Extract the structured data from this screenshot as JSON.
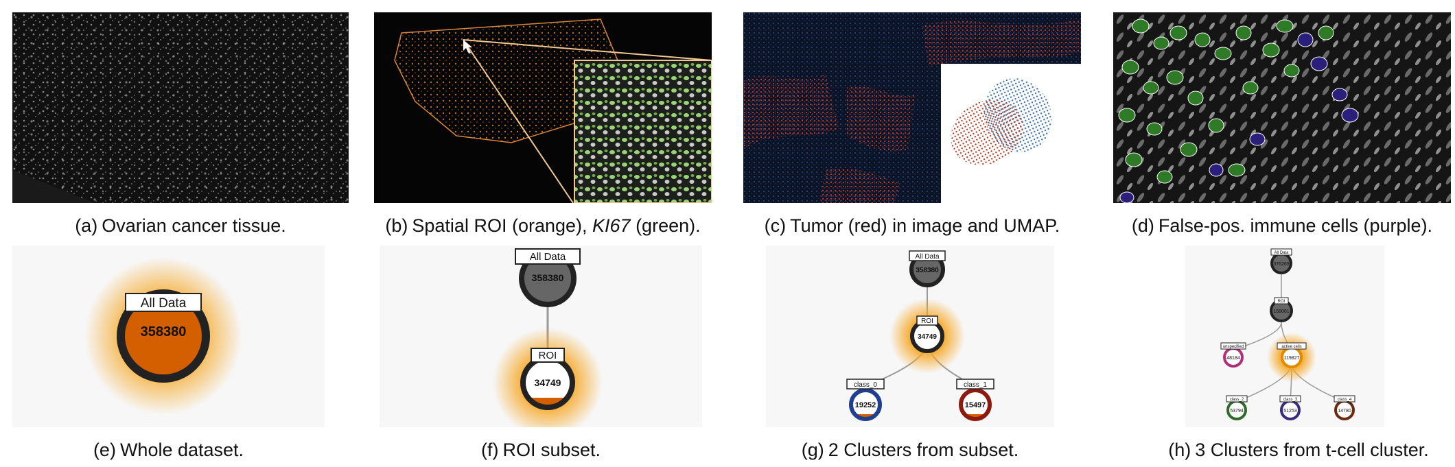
{
  "panels": [
    {
      "label": "(a)",
      "caption": "Ovarian cancer tissue."
    },
    {
      "label": "(b)",
      "caption_pre": "Spatial ROI (orange), ",
      "caption_em": "KI67",
      "caption_post": " (green)."
    },
    {
      "label": "(c)",
      "caption": "Tumor (red) in image and UMAP."
    },
    {
      "label": "(d)",
      "caption": "False-pos. immune cells (purple)."
    },
    {
      "label": "(e)",
      "caption": "Whole dataset."
    },
    {
      "label": "(f)",
      "caption": "ROI subset."
    },
    {
      "label": "(g)",
      "caption": "2 Clusters from subset."
    },
    {
      "label": "(h)",
      "caption": "3 Clusters from t-cell cluster."
    }
  ],
  "trees": {
    "e": {
      "root_label": "All Data",
      "root_count": "358380"
    },
    "f": {
      "root_label": "All Data",
      "root_count": "358380",
      "child_label": "ROI",
      "child_count": "34749"
    },
    "g": {
      "root_label": "All Data",
      "root_count": "358380",
      "roi_label": "ROI",
      "roi_count": "34749",
      "c0_label": "class_0",
      "c0_count": "19252",
      "c1_label": "class_1",
      "c1_count": "15497"
    },
    "h": {
      "root_label": "All Data",
      "root_count": "376265",
      "roi_label": "ROI",
      "roi_count": "168061",
      "u_label": "unspecified",
      "u_count": "48184",
      "a_label": "active cells",
      "a_count": "119827",
      "c2_label": "class_2",
      "c2_count": "53794",
      "c3_label": "class_3",
      "c3_count": "51253",
      "c4_label": "class_4",
      "c4_count": "14780"
    }
  },
  "colors": {
    "highlight": "#d35f00",
    "glow": "#f5a623",
    "node_gray": "#666666",
    "ring": "#222222",
    "class_blue": "#1f3f8f",
    "class_red": "#8b1a10",
    "class_magenta": "#b0307a",
    "class_green": "#2e6b2a",
    "class_purple": "#3a2a7a",
    "class_brown": "#6a2a10",
    "class_orange": "#e08a00"
  }
}
